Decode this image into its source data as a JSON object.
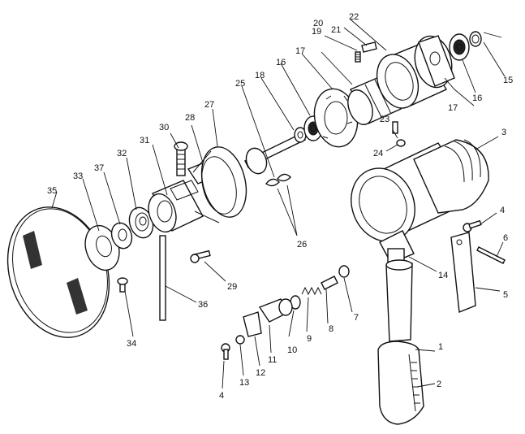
{
  "callouts": {
    "c1": "1",
    "c2": "2",
    "c3": "3",
    "c4a": "4",
    "c4b": "4",
    "c5": "5",
    "c6": "6",
    "c7": "7",
    "c8": "8",
    "c9": "9",
    "c10": "10",
    "c11": "11",
    "c12": "12",
    "c13": "13",
    "c14": "14",
    "c15": "15",
    "c16a": "16",
    "c16b": "16",
    "c17a": "17",
    "c17b": "17",
    "c18": "18",
    "c19": "19",
    "c20": "20",
    "c21": "21",
    "c22": "22",
    "c23": "23",
    "c24": "24",
    "c25": "25",
    "c26": "26",
    "c27": "27",
    "c28": "28",
    "c29": "29",
    "c30": "30",
    "c31": "31",
    "c32": "32",
    "c33": "33",
    "c34": "34",
    "c35": "35",
    "c36": "36",
    "c37": "37"
  },
  "colors": {
    "ink": "#111111",
    "paper": "#ffffff"
  }
}
